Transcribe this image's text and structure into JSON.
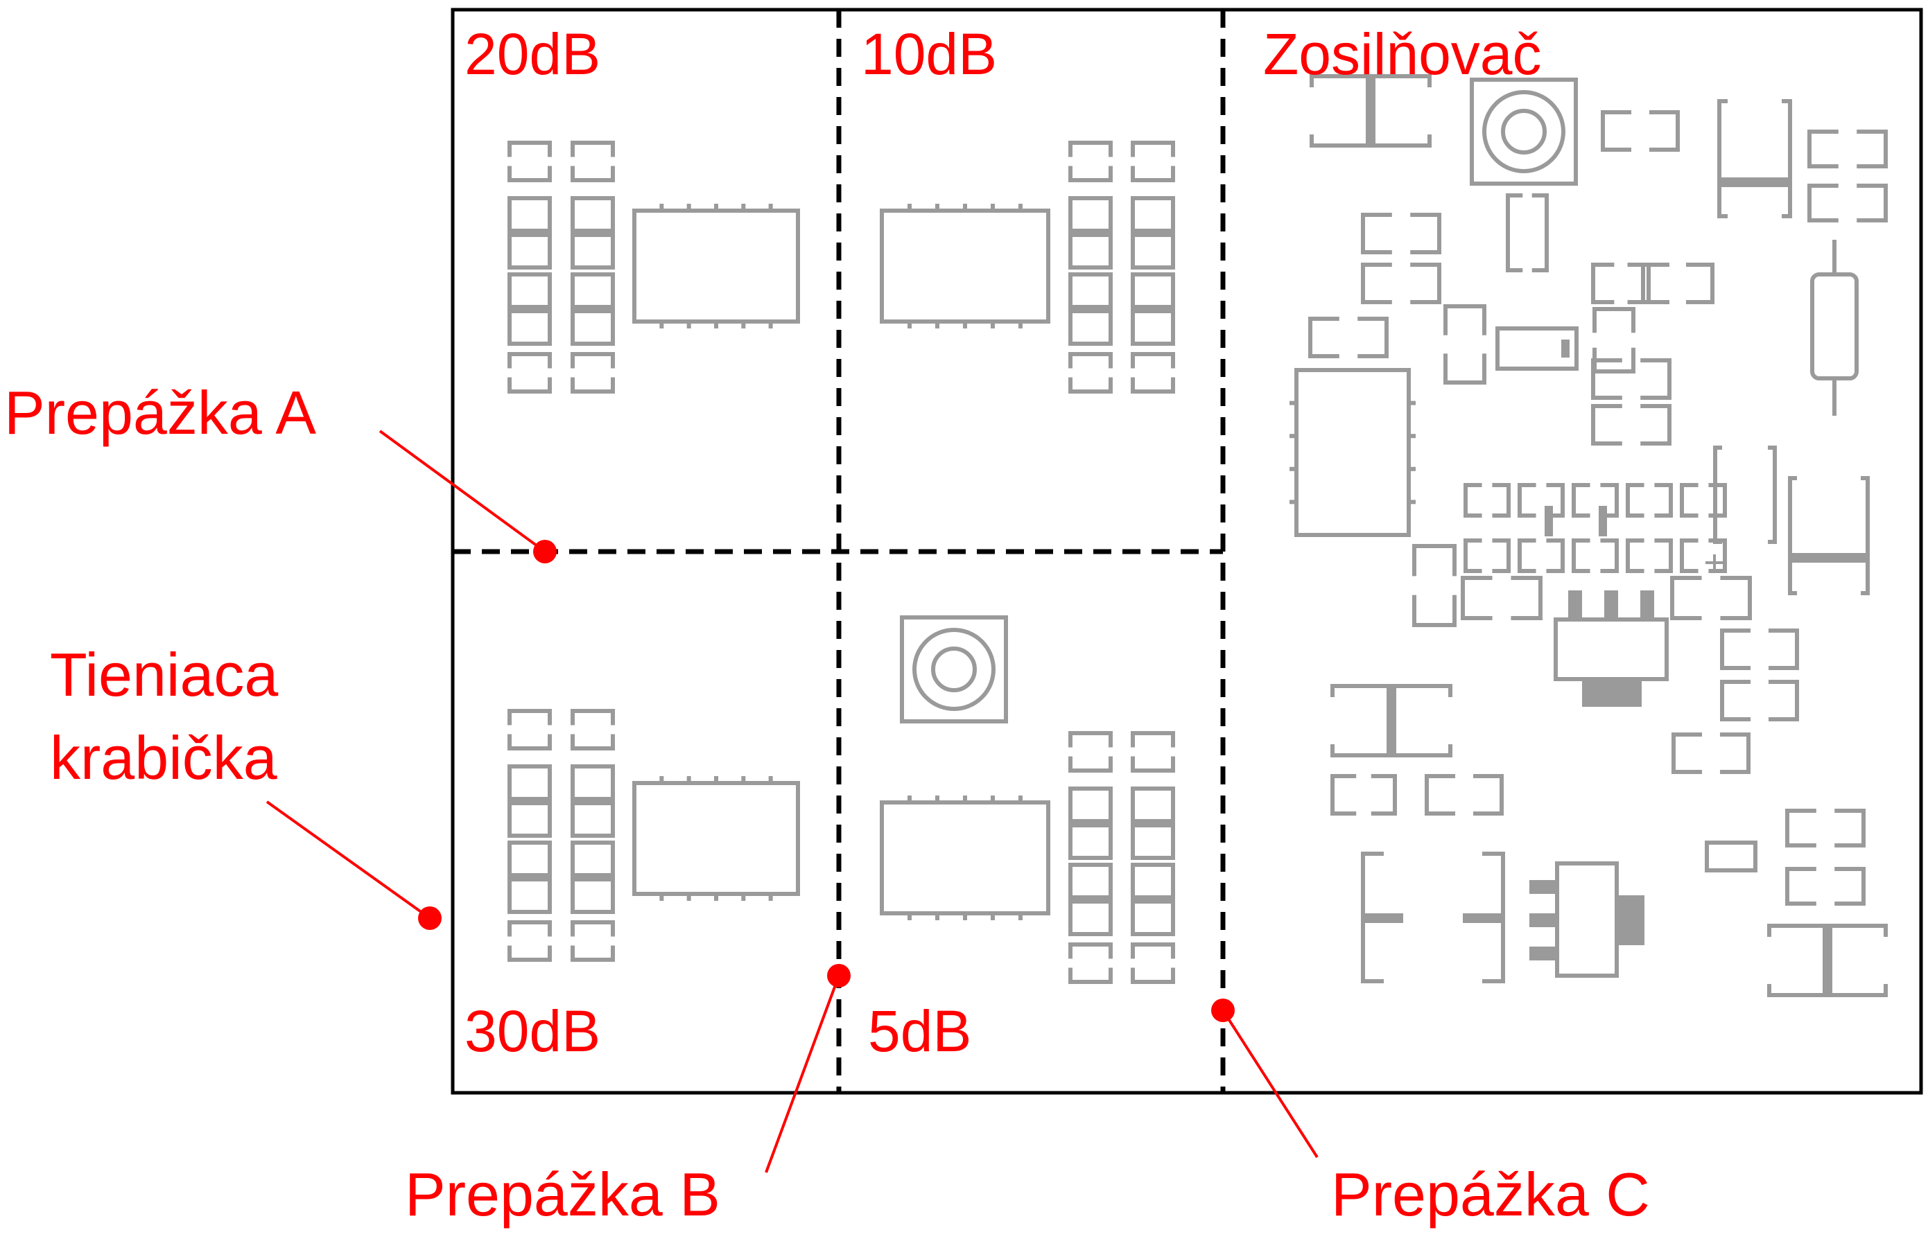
{
  "sections": {
    "top_left": "20dB",
    "top_middle": "10dB",
    "amplifier": "Zosilňovač",
    "bottom_left": "30dB",
    "bottom_middle": "5dB"
  },
  "callouts": {
    "partition_a": "Prepážka A",
    "shield_box_line1": "Tieniaca",
    "shield_box_line2": "krabička",
    "partition_b": "Prepážka B",
    "partition_c": "Prepážka C"
  },
  "colors": {
    "annotation": "#ff0000",
    "outline": "#000000",
    "component": "#9a9a9a"
  }
}
